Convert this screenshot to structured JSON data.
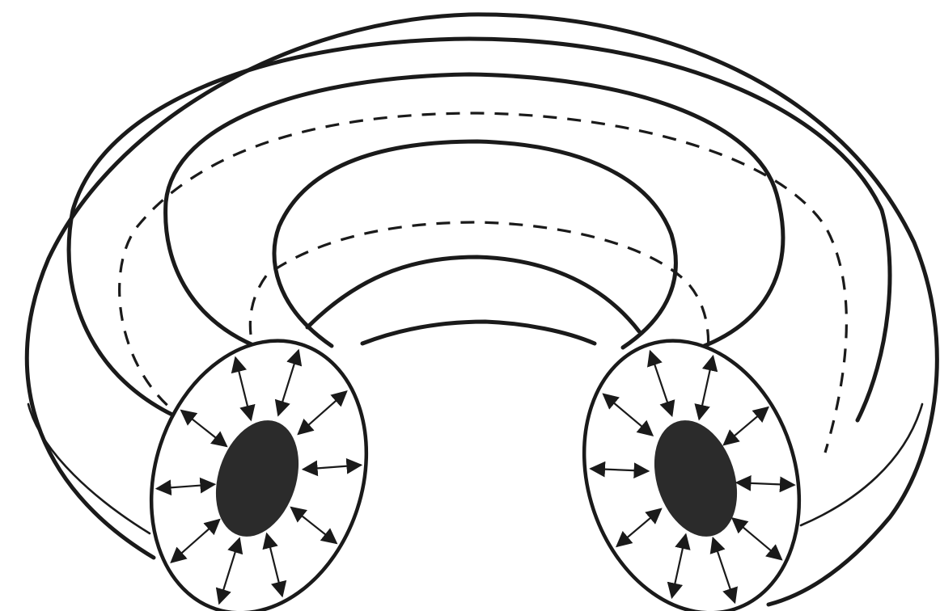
{
  "colors": {
    "ink": "#1a1a1a",
    "background": "#ffffff",
    "core_fill": "#2b2b2b",
    "face_fill": "#ffffff"
  },
  "diagram": {
    "subject": "torus-cutaway",
    "cross_sections": [
      {
        "id": "left-cross-section",
        "radial_arrow_count": 10
      },
      {
        "id": "right-cross-section",
        "radial_arrow_count": 10
      }
    ]
  }
}
